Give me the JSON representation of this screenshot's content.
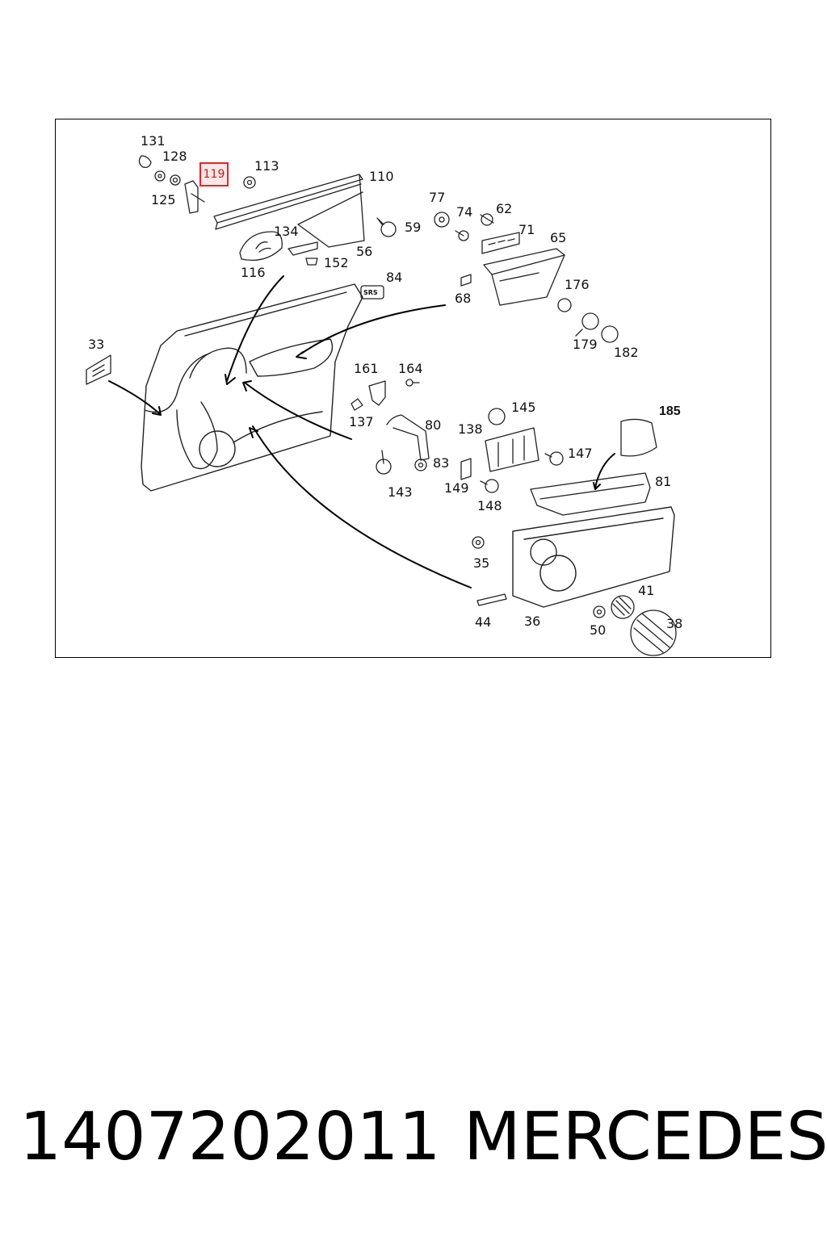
{
  "diagram": {
    "highlighted_part": "119",
    "labels": {
      "l131": "131",
      "l128": "128",
      "l125": "125",
      "l113": "113",
      "l110": "110",
      "l134": "134",
      "l116": "116",
      "l152": "152",
      "l56": "56",
      "l77": "77",
      "l74": "74",
      "l62": "62",
      "l59": "59",
      "l71": "71",
      "l65": "65",
      "l84": "84",
      "l68": "68",
      "l176": "176",
      "l179": "179",
      "l182": "182",
      "l33": "33",
      "l161": "161",
      "l164": "164",
      "l137": "137",
      "l80": "80",
      "l145": "145",
      "l138": "138",
      "l185": "185",
      "l83": "83",
      "l147": "147",
      "l143": "143",
      "l149": "149",
      "l148": "148",
      "l81": "81",
      "l35": "35",
      "l44": "44",
      "l36": "36",
      "l41": "41",
      "l50": "50",
      "l38": "38"
    },
    "sas_badge": "SRS"
  },
  "footer": {
    "part_number": "1407202011",
    "brand": "MERCEDES"
  }
}
